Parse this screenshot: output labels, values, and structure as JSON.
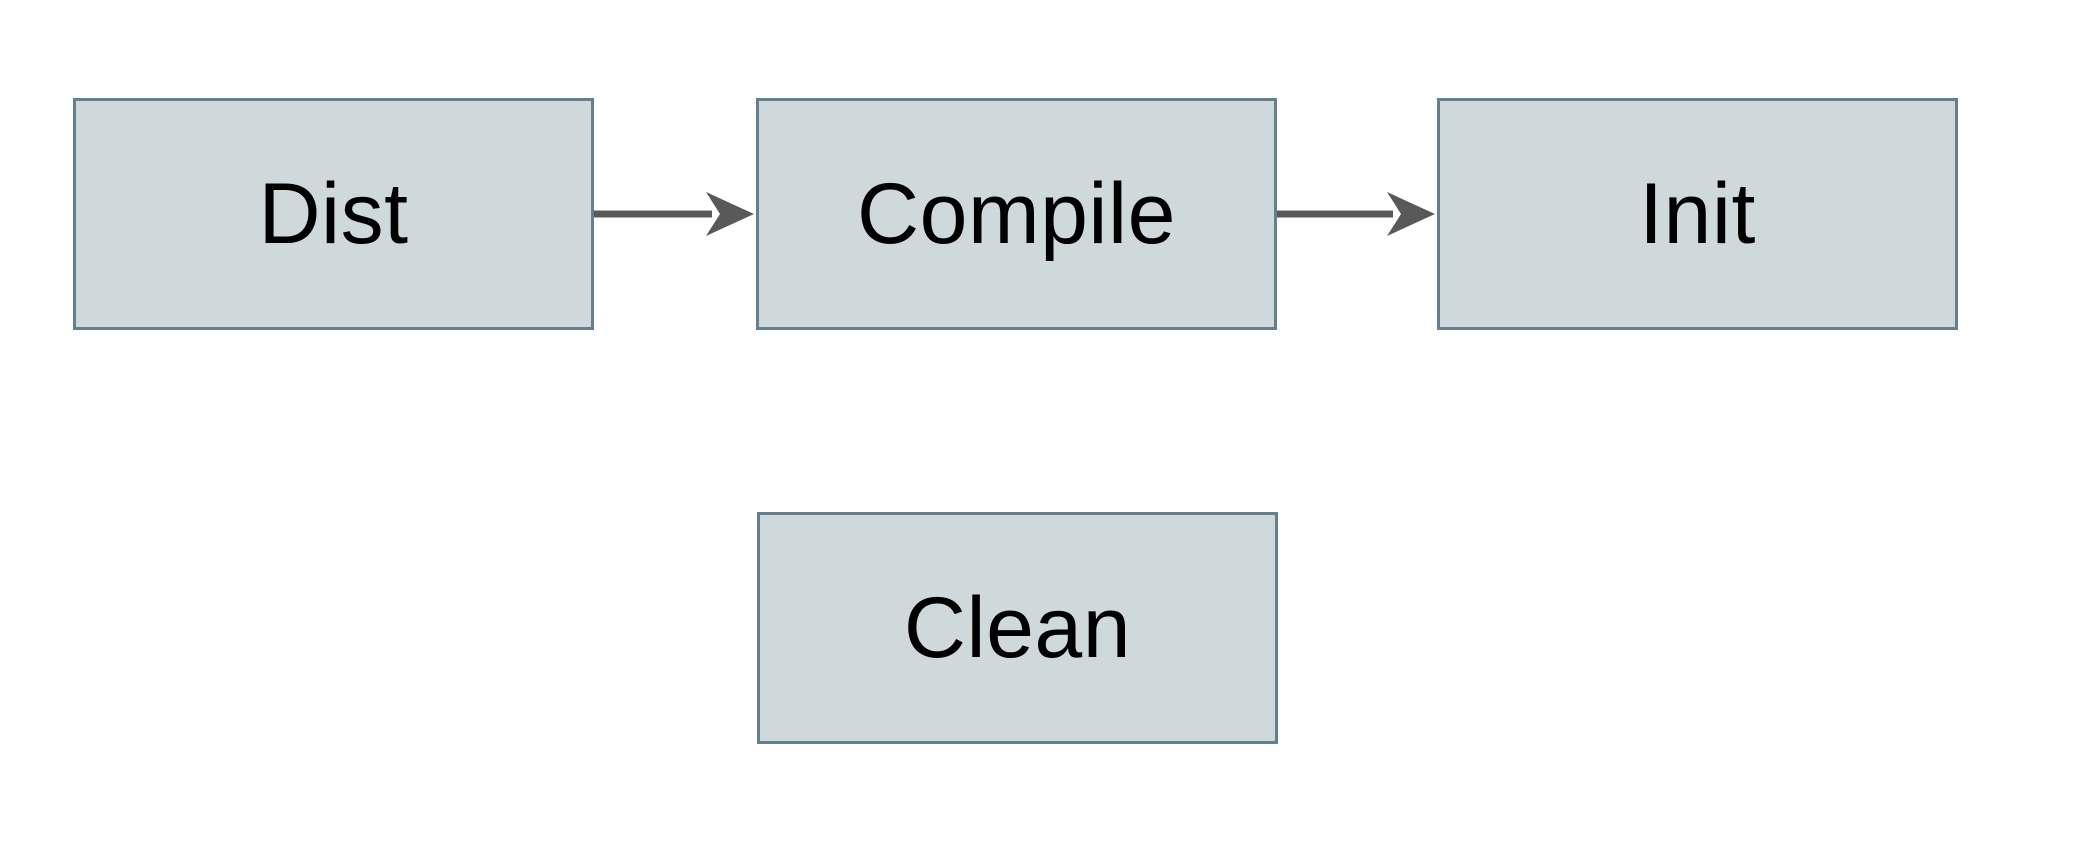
{
  "diagram": {
    "title": "build-tasks-flow",
    "nodes": [
      {
        "id": "dist",
        "label": "Dist"
      },
      {
        "id": "compile",
        "label": "Compile"
      },
      {
        "id": "init",
        "label": "Init"
      },
      {
        "id": "clean",
        "label": "Clean"
      }
    ],
    "edges": [
      {
        "from": "Dist",
        "to": "Compile",
        "direction": "right"
      },
      {
        "from": "Compile",
        "to": "Init",
        "direction": "right"
      }
    ],
    "colors": {
      "background": "#ffffff",
      "node_fill": "#cfd8da",
      "node_border": "#64808f",
      "arrow": "#595959",
      "text": "#000000"
    }
  }
}
